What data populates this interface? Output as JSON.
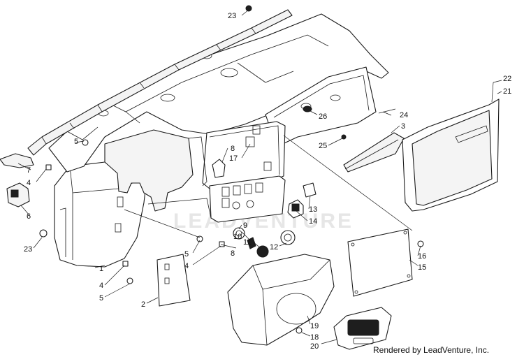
{
  "diagram": {
    "watermark": "LEADVENTURE",
    "credit": "Rendered by LeadVenture, Inc.",
    "callouts": [
      {
        "id": "c23a",
        "label": "23"
      },
      {
        "id": "c22",
        "label": "22"
      },
      {
        "id": "c21",
        "label": "21"
      },
      {
        "id": "c24",
        "label": "24"
      },
      {
        "id": "c26",
        "label": "26"
      },
      {
        "id": "c3",
        "label": "3"
      },
      {
        "id": "c25",
        "label": "25"
      },
      {
        "id": "c5a",
        "label": "5"
      },
      {
        "id": "c8a",
        "label": "8"
      },
      {
        "id": "c17",
        "label": "17"
      },
      {
        "id": "c7",
        "label": "7"
      },
      {
        "id": "c4a",
        "label": "4"
      },
      {
        "id": "c6",
        "label": "6"
      },
      {
        "id": "c13",
        "label": "13"
      },
      {
        "id": "c14",
        "label": "14"
      },
      {
        "id": "c23b",
        "label": "23"
      },
      {
        "id": "c9",
        "label": "9"
      },
      {
        "id": "c10",
        "label": "10"
      },
      {
        "id": "c11",
        "label": "11"
      },
      {
        "id": "c12",
        "label": "12"
      },
      {
        "id": "c5b",
        "label": "5"
      },
      {
        "id": "c4b",
        "label": "4"
      },
      {
        "id": "c8b",
        "label": "8"
      },
      {
        "id": "c1",
        "label": "1"
      },
      {
        "id": "c4c",
        "label": "4"
      },
      {
        "id": "c5c",
        "label": "5"
      },
      {
        "id": "c2",
        "label": "2"
      },
      {
        "id": "c16",
        "label": "16"
      },
      {
        "id": "c15",
        "label": "15"
      },
      {
        "id": "c19",
        "label": "19"
      },
      {
        "id": "c18",
        "label": "18"
      },
      {
        "id": "c20",
        "label": "20"
      }
    ]
  }
}
